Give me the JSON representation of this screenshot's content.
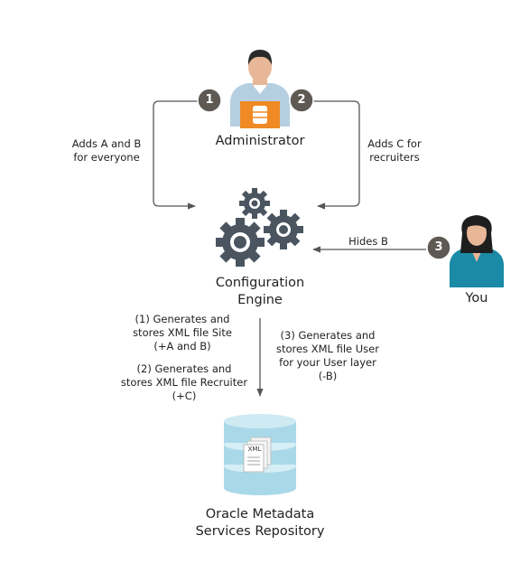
{
  "admin": {
    "label": "Administrator"
  },
  "you": {
    "label": "You"
  },
  "engine": {
    "line1": "Configuration",
    "line2": "Engine"
  },
  "repository": {
    "line1": "Oracle Metadata",
    "line2": "Services Repository"
  },
  "badges": {
    "one": "1",
    "two": "2",
    "three": "3"
  },
  "edges": {
    "left": {
      "line1": "Adds A and B",
      "line2": "for everyone"
    },
    "right": {
      "line1": "Adds C for",
      "line2": "recruiters"
    },
    "hide": {
      "text": "Hides B"
    },
    "gen_site": {
      "line1": "(1) Generates and",
      "line2": "stores XML file Site",
      "line3": "(+A and B)"
    },
    "gen_recruiter": {
      "line1": "(2) Generates and",
      "line2": "stores XML file Recruiter",
      "line3": "(+C)"
    },
    "gen_user": {
      "line1": "(3) Generates and",
      "line2": "stores XML file User",
      "line3": "for your User layer",
      "line4": "(-B)"
    }
  },
  "doc_icon_text": "XML",
  "colors": {
    "badge": "#5f5954",
    "arrow": "#555555",
    "gear": "#4a5560",
    "orange": "#f08a24",
    "teal": "#1a8aa6",
    "repo": "#a9d9e8"
  }
}
